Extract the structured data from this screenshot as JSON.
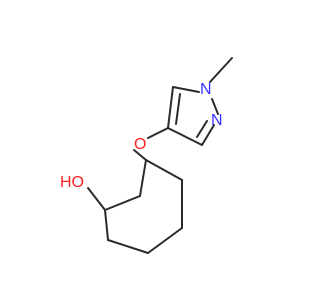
{
  "molecule": {
    "atoms": {
      "n1": {
        "symbol": "N",
        "color": "#3333ff"
      },
      "n2": {
        "symbol": "N",
        "color": "#3333ff"
      },
      "o_ether": {
        "symbol": "O",
        "color": "#ff2020"
      },
      "o_hydroxyl": {
        "symbol": "HO",
        "color": "#ff2020"
      }
    },
    "bond_color": "#2b2b2b",
    "background": "#ffffff"
  }
}
